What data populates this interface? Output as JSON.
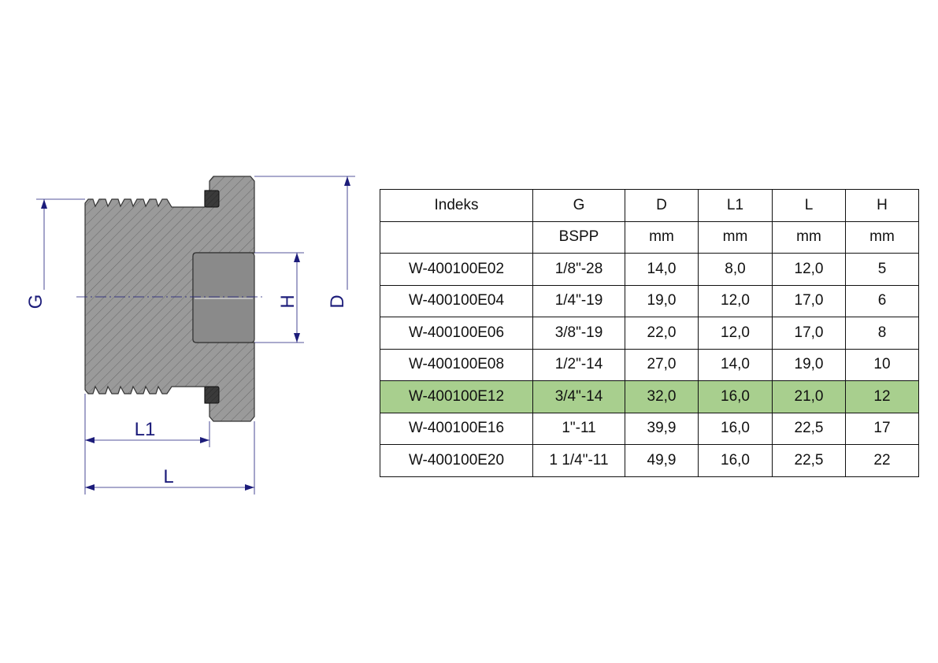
{
  "drawing": {
    "labels": {
      "G": "G",
      "H": "H",
      "D": "D",
      "L1": "L1",
      "L": "L"
    },
    "colors": {
      "dimension": "#1c1c7a",
      "body": "#9a9a9a",
      "seal": "#3a3a3a",
      "highlight": "#a8cf8e"
    }
  },
  "table": {
    "headers": [
      "Indeks",
      "G",
      "D",
      "L1",
      "L",
      "H"
    ],
    "units": [
      "",
      "BSPP",
      "mm",
      "mm",
      "mm",
      "mm"
    ],
    "highlighted_row": 4,
    "rows": [
      [
        "W-400100E02",
        "1/8\"-28",
        "14,0",
        "8,0",
        "12,0",
        "5"
      ],
      [
        "W-400100E04",
        "1/4\"-19",
        "19,0",
        "12,0",
        "17,0",
        "6"
      ],
      [
        "W-400100E06",
        "3/8\"-19",
        "22,0",
        "12,0",
        "17,0",
        "8"
      ],
      [
        "W-400100E08",
        "1/2\"-14",
        "27,0",
        "14,0",
        "19,0",
        "10"
      ],
      [
        "W-400100E12",
        "3/4\"-14",
        "32,0",
        "16,0",
        "21,0",
        "12"
      ],
      [
        "W-400100E16",
        "1\"-11",
        "39,9",
        "16,0",
        "22,5",
        "17"
      ],
      [
        "W-400100E20",
        "1 1/4\"-11",
        "49,9",
        "16,0",
        "22,5",
        "22"
      ]
    ]
  }
}
